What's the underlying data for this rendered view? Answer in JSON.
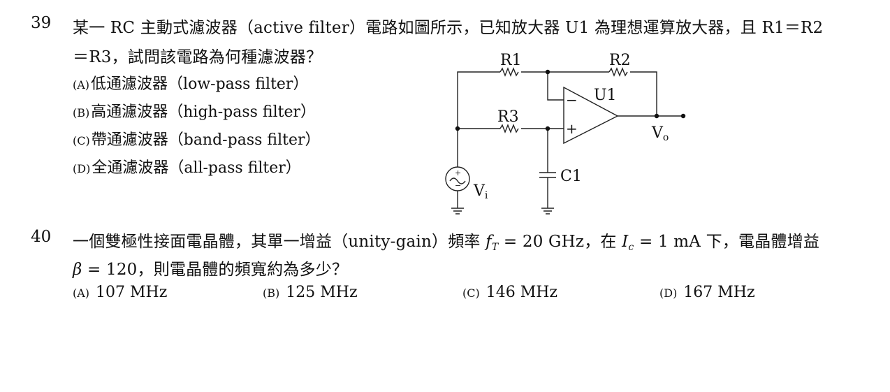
{
  "q39": {
    "number": "39",
    "line1": "某一 RC 主動式濾波器（active filter）電路如圖所示，已知放大器 U1 為理想運算放大器，且 R1＝R2",
    "line2": "＝R3，試問該電路為何種濾波器？",
    "options": [
      {
        "mark": "(A)",
        "text": "低通濾波器（low-pass filter）"
      },
      {
        "mark": "(B)",
        "text": "高通濾波器（high-pass filter）"
      },
      {
        "mark": "(C)",
        "text": "帶通濾波器（band-pass filter）"
      },
      {
        "mark": "(D)",
        "text": "全通濾波器（all-pass filter）"
      }
    ],
    "circuit": {
      "labels": {
        "r1": "R1",
        "r2": "R2",
        "r3": "R3",
        "u1": "U1",
        "c1": "C1",
        "vo_main": "V",
        "vo_sub": "o",
        "vi_main": "V",
        "vi_sub": "i"
      },
      "plus": "+",
      "minus": "−"
    }
  },
  "q40": {
    "number": "40",
    "line1_a": "一個雙極性接面電晶體，其單一增益（unity-gain）頻率 ",
    "fT_main": "f",
    "fT_sub": "T",
    "line1_b": " = 20 GHz，在 ",
    "Ic_main": "I",
    "Ic_sub": "c",
    "line1_c": " = 1 mA 下，電晶體增益",
    "beta": "β",
    "line2": " = 120，則電晶體的頻寬約為多少？",
    "options": [
      {
        "mark": "(A)",
        "text": "107 MHz"
      },
      {
        "mark": "(B)",
        "text": "125 MHz"
      },
      {
        "mark": "(C)",
        "text": "146 MHz"
      },
      {
        "mark": "(D)",
        "text": "167 MHz"
      }
    ]
  }
}
